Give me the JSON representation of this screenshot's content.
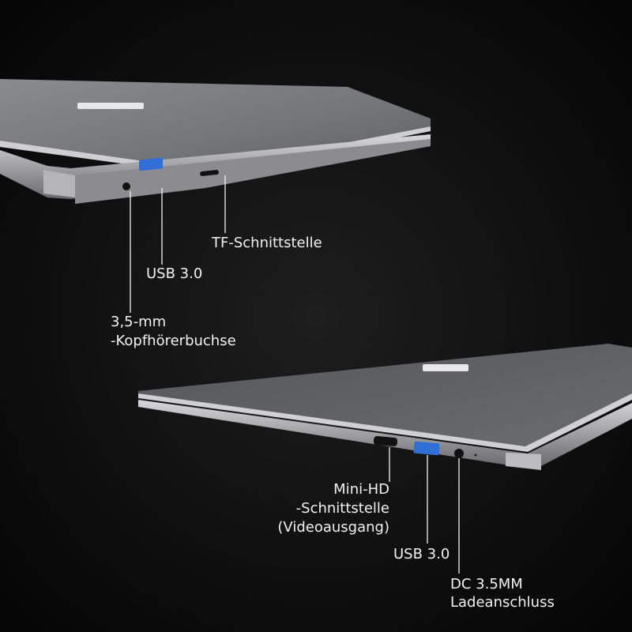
{
  "top_laptop": {
    "labels": {
      "tf_slot": "TF-Schnittstelle",
      "usb": "USB 3.0",
      "audio_line1": "3,5-mm",
      "audio_line2": "-Kopfhörerbuchse"
    }
  },
  "bottom_laptop": {
    "labels": {
      "mini_hd_line1": "Mini-HD",
      "mini_hd_line2": "-Schnittstelle",
      "mini_hd_line3": "(Videoausgang)",
      "usb": "USB 3.0",
      "dc_line1": "DC 3.5MM",
      "dc_line2": "Ladeanschluss"
    }
  },
  "colors": {
    "usb_port": "#2f6fd6",
    "lid": "#6e6f73",
    "background": "#0d0d0d",
    "text": "#f2f2f2"
  }
}
